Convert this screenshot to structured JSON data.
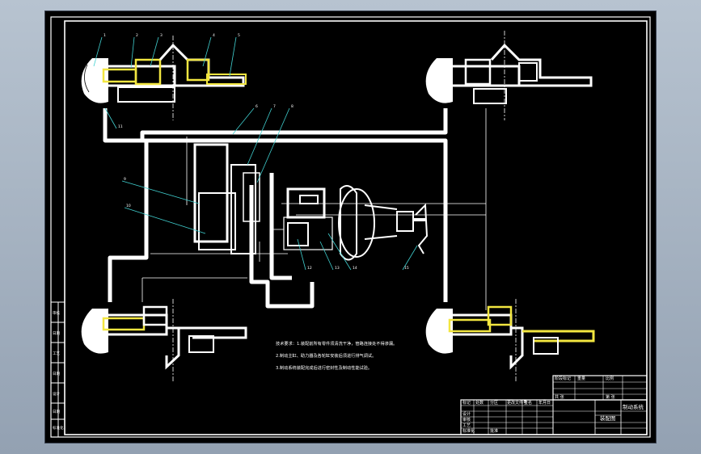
{
  "drawing": {
    "background_color": "#000000",
    "line_color": "#ffffff",
    "highlight_color": "#f2e640",
    "leader_color": "#40d0d0",
    "balloons": [
      "1",
      "2",
      "3",
      "4",
      "5",
      "6",
      "7",
      "8",
      "9",
      "10",
      "11",
      "12",
      "13",
      "14",
      "15"
    ]
  },
  "left_strip": {
    "cells": [
      "审核",
      "日期",
      "工艺",
      "日期",
      "设计",
      "日期",
      "标准化"
    ]
  },
  "notes": {
    "lines": [
      "技术要求：1.装配前所有零件须清洗干净，管路连接处不得渗漏。",
      "2.制动主缸、助力器及各轮缸安装后须进行排气调试。",
      "3.制动系统装配完成后进行密封性及制动性能试验。"
    ]
  },
  "title_block": {
    "drawing_title": "制动系统",
    "sheet_title": "装配图",
    "labels": [
      "标记",
      "处数",
      "分区",
      "更改文件号",
      "签名",
      "年月日"
    ],
    "design_labels": [
      "设计",
      "审核",
      "工艺",
      "标准化",
      "批准"
    ],
    "mini_labels": [
      "阶段标记",
      "重量",
      "比例",
      "共 张",
      "第 张"
    ]
  }
}
